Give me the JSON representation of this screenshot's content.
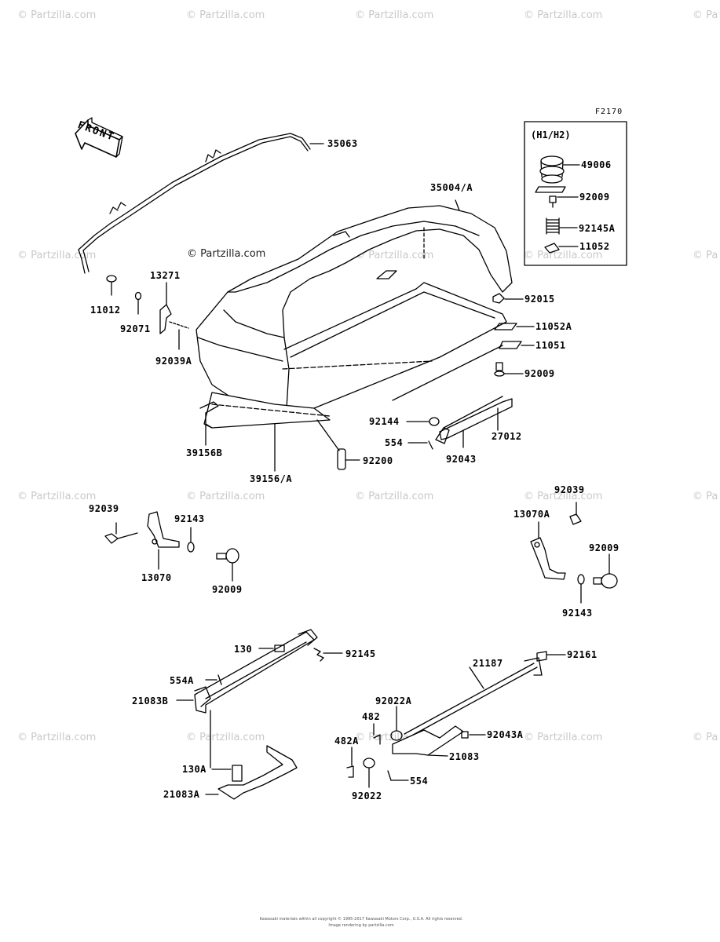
{
  "figure": {
    "code": "F2170",
    "inset_title": "(H1/H2)",
    "front_arrow": "FRONT",
    "center_mark": "© Partzilla.com",
    "footer_line1": "Kawasaki materials within all copyright © 1995-2017 Kawasaki Motors Corp., U.S.A. All rights reserved.",
    "footer_line2": "Image rendering by partzilla.com"
  },
  "watermark": {
    "text": "© Partzilla.com",
    "edge_text": "© Pa"
  },
  "labels": {
    "p35063": "35063",
    "p35004A": "35004/A",
    "p49006": "49006",
    "p92009_inset": "92009",
    "p92145A": "92145A",
    "p11052": "11052",
    "p13271": "13271",
    "p11012": "11012",
    "p92071": "92071",
    "p92015": "92015",
    "p11052A": "11052A",
    "p11051": "11051",
    "p92009_a": "92009",
    "p92039A": "92039A",
    "p92144": "92144",
    "p27012": "27012",
    "p554": "554",
    "p92043": "92043",
    "p39156B": "39156B",
    "p92200": "92200",
    "p39156A": "39156/A",
    "p92039_l": "92039",
    "p92143_l": "92143",
    "p13070": "13070",
    "p92009_l": "92009",
    "p92039_r": "92039",
    "p13070A": "13070A",
    "p92009_r": "92009",
    "p92143_r": "92143",
    "p130": "130",
    "p92145": "92145",
    "p554A": "554A",
    "p21083B": "21083B",
    "p130A": "130A",
    "p21083A": "21083A",
    "p21187": "21187",
    "p92161": "92161",
    "p92022A": "92022A",
    "p482": "482",
    "p482A": "482A",
    "p92043A": "92043A",
    "p21083": "21083",
    "p554_b": "554",
    "p92022": "92022"
  }
}
